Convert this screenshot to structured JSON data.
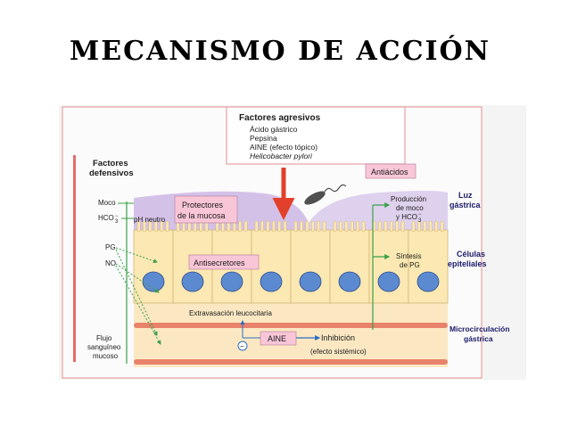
{
  "slide_title": "MECANISMO DE ACCIÓN",
  "diagram": {
    "aggressive": {
      "title": "Factores agresivos",
      "items": [
        "Ácido gástrico",
        "Pepsina",
        "AINE (efecto tópico)",
        "Helicobacter pylori"
      ]
    },
    "defensive": {
      "title_line1": "Factores",
      "title_line2": "defensivos",
      "moco": "Moco",
      "hco3": "HCO",
      "hco3_sup": "−",
      "hco3_sub": "3",
      "pg": "PG",
      "no": "NO",
      "flow_line1": "Flujo",
      "flow_line2": "sanguíneo",
      "flow_line3": "mucoso"
    },
    "drugs": {
      "antacids": "Antiácidos",
      "protectors_line1": "Protectores",
      "protectors_line2": "de la mucosa",
      "antisecretory": "Antisecretores",
      "aine": "AINE"
    },
    "labels": {
      "ph_neutral": "pH neutro",
      "mucus_prod_line1": "Producción",
      "mucus_prod_line2": "de moco",
      "mucus_prod_line3": "y HCO",
      "mucus_prod_sup": "−",
      "mucus_prod_sub": "3",
      "pg_synth_line1": "Síntesis",
      "pg_synth_line2": "de PG",
      "leukocyte": "Extravasación leucocitaria",
      "inhibition": "Inhibición",
      "systemic": "(efecto sistémico)",
      "minus_sign": "−"
    },
    "regions": {
      "lumen_line1": "Luz",
      "lumen_line2": "gástrica",
      "cells_line1": "Células",
      "cells_line2": "epiteliales",
      "micro_line1": "Microcirculación",
      "micro_line2": "gástrica"
    },
    "colors": {
      "frame": "#e8a2a2",
      "cells": "#fbe8b2",
      "nucleus": "#5c8ad0",
      "mucus": "#b89ad8",
      "vessel": "#e8826a",
      "label_box": "#f9c6d8",
      "green_arrow": "#3aa04a",
      "red_arrow": "#e2402a",
      "blue_arrow": "#2c6cc0"
    }
  }
}
